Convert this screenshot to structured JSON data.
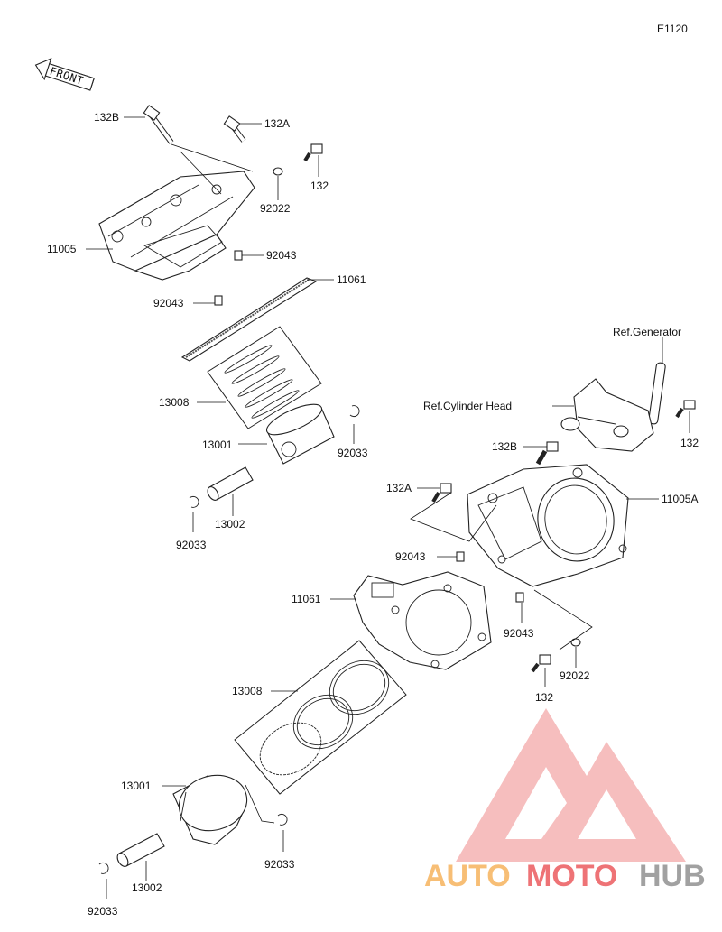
{
  "diagram_code": "E1120",
  "front_label": "FRONT",
  "references": {
    "generator": "Ref.Generator",
    "cylinder_head": "Ref.Cylinder Head"
  },
  "callouts": {
    "bolt_132B_top": "132B",
    "bolt_132A_top": "132A",
    "bolt_132_top": "132",
    "washer_92022_top": "92022",
    "cylinder_11005": "11005",
    "dowel_92043_upper": "92043",
    "dowel_92043_lower_top": "92043",
    "gasket_11061_top": "11061",
    "rings_13008_top": "13008",
    "piston_13001_top": "13001",
    "clip_92033_right_top": "92033",
    "pin_13002_top": "13002",
    "clip_92033_left_top": "92033",
    "bolt_132_right": "132",
    "bolt_132B_mid": "132B",
    "cylinder_11005A": "11005A",
    "bolt_132A_mid": "132A",
    "dowel_92043_left_bottom": "92043",
    "gasket_11061_bottom": "11061",
    "dowel_92043_right_bottom": "92043",
    "washer_92022_bottom": "92022",
    "bolt_132_bottom": "132",
    "rings_13008_bottom": "13008",
    "piston_13001_bottom": "13001",
    "clip_92033_right_bottom": "92033",
    "pin_13002_bottom": "13002",
    "clip_92033_left_bottom": "92033"
  },
  "watermark": {
    "part1": "AUTO",
    "part2": "MOTO",
    "part3": "HUB",
    "color_red": "#e8383d",
    "color_orange": "#f5a33c",
    "color_gray": "#7a7a7a"
  }
}
